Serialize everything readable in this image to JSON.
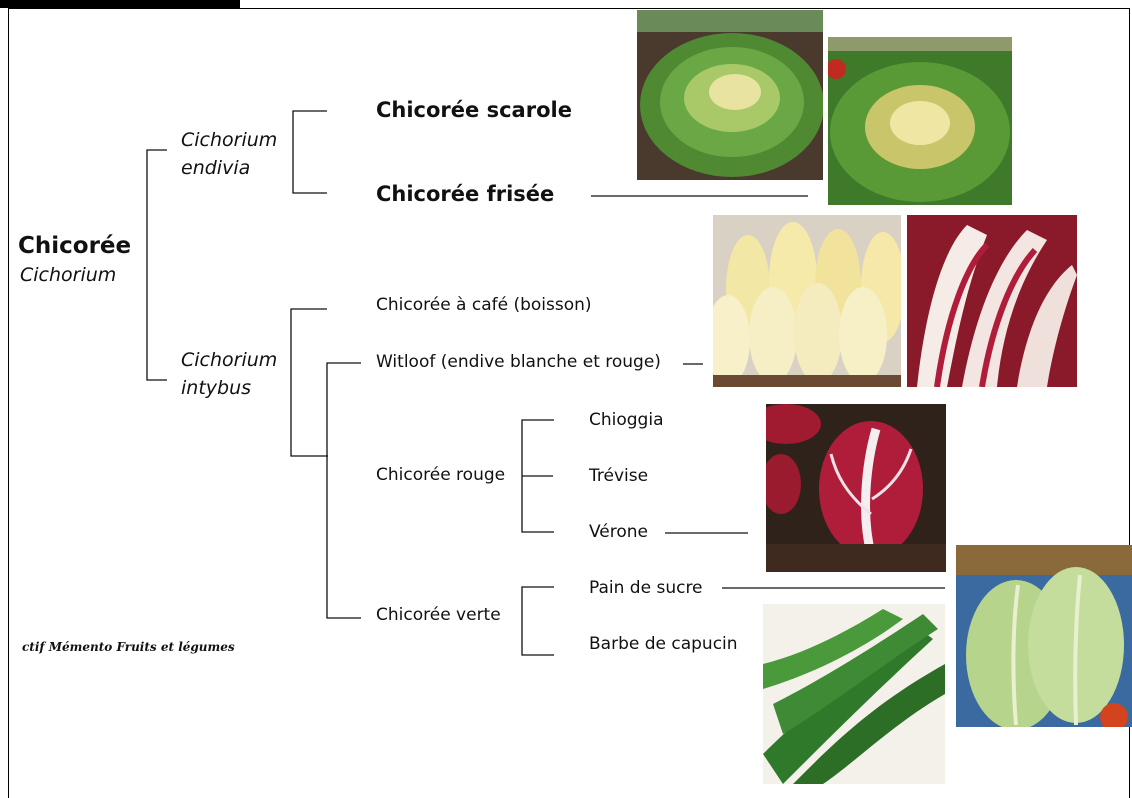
{
  "root": {
    "name": "Chicorée",
    "latin": "Cichorium"
  },
  "species": [
    {
      "name_line1": "Cichorium",
      "name_line2": "endivia"
    },
    {
      "name_line1": "Cichorium",
      "name_line2": "intybus"
    }
  ],
  "endivia_varieties": [
    "Chicorée scarole",
    "Chicorée frisée"
  ],
  "intybus_varieties": [
    "Chicorée à café (boisson)",
    "Witloof (endive blanche et rouge)",
    "Chicorée rouge",
    "Chicorée verte"
  ],
  "rouge_types": [
    "Chioggia",
    "Trévise",
    "Vérone"
  ],
  "verte_types": [
    "Pain de sucre",
    "Barbe de capucin"
  ],
  "credit": "ctif Mémento Fruits et légumes",
  "colors": {
    "lettuce_green": "#5f9a3a",
    "pale_yellow": "#e8e3a0",
    "red": "#b01d3a",
    "soil": "#3a2a20"
  }
}
